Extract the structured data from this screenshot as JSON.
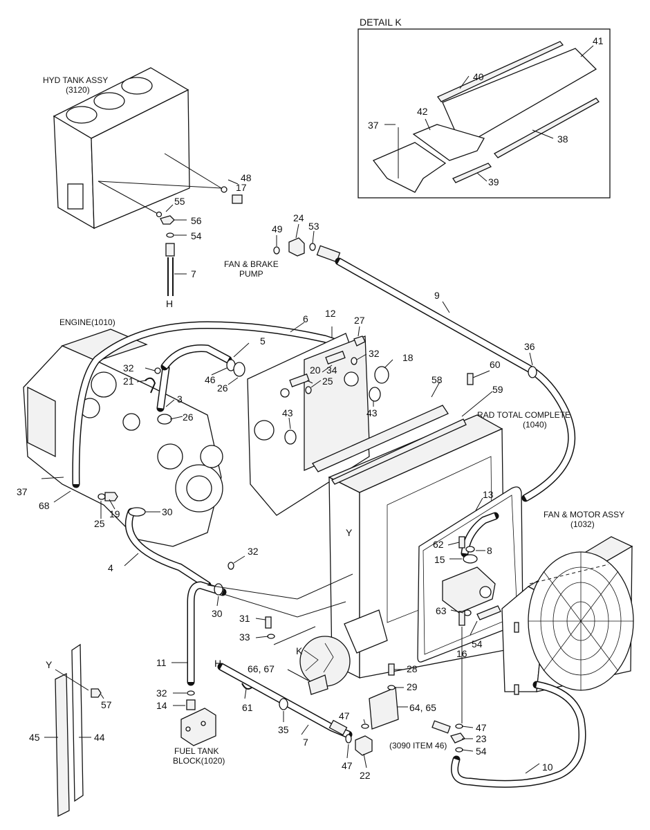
{
  "title_block": {
    "detail_k_title": "DETAIL K",
    "hyd_tank": "HYD TANK ASSY",
    "hyd_tank_ref": "(3120)",
    "engine": "ENGINE(1010)",
    "fan_brake_pump_1": "FAN & BRAKE",
    "fan_brake_pump_2": "PUMP",
    "rad_total_1": "RAD TOTAL COMPLETE",
    "rad_total_2": "(1040)",
    "fan_motor_1": "FAN & MOTOR ASSY",
    "fan_motor_2": "(1032)",
    "fuel_tank_1": "FUEL TANK",
    "fuel_tank_2": "BLOCK(1020)",
    "item_ref_3090": "(3090 ITEM 46)"
  },
  "callouts": {
    "c41": "41",
    "c40": "40",
    "c42": "42",
    "c37k": "37",
    "c38": "38",
    "c39": "39",
    "c48": "48",
    "c17": "17",
    "c55": "55",
    "c56": "56",
    "c54a": "54",
    "c7a": "7",
    "cHa": "H",
    "c49": "49",
    "c24": "24",
    "c53": "53",
    "c9": "9",
    "c36": "36",
    "c6": "6",
    "c12": "12",
    "c27": "27",
    "c5": "5",
    "c32a": "32",
    "c18": "18",
    "c32b": "32",
    "c21": "21",
    "c46": "46",
    "c26a": "26",
    "c20": "20",
    "c34": "34",
    "c25a": "25",
    "c58": "58",
    "c60": "60",
    "c59": "59",
    "c3": "3",
    "c26b": "26",
    "c43a": "43",
    "c43b": "43",
    "c37a": "37",
    "c68": "68",
    "c25b": "25",
    "c19": "19",
    "c30a": "30",
    "c13": "13",
    "cYa": "Y",
    "c62": "62",
    "c8": "8",
    "c15": "15",
    "c4": "4",
    "c32c": "32",
    "c30b": "30",
    "c63": "63",
    "c31": "31",
    "c33": "33",
    "c54b": "54",
    "c16": "16",
    "cK": "K",
    "c11": "11",
    "cHb": "H",
    "c6667": "66, 67",
    "c28": "28",
    "c29": "29",
    "cYb": "Y",
    "c32d": "32",
    "c57": "57",
    "c14": "14",
    "c61": "61",
    "c6465": "64, 65",
    "c47a": "47",
    "c35": "35",
    "c7b": "7",
    "c47b": "47",
    "c23": "23",
    "c54c": "54",
    "c45": "45",
    "c44": "44",
    "c47c": "47",
    "c22": "22",
    "c10": "10"
  }
}
